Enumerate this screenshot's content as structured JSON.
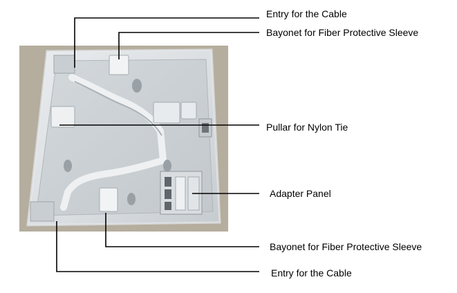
{
  "callouts": {
    "entry_top": "Entry for the Cable",
    "bayonet_top": "Bayonet for Fiber Protective Sleeve",
    "nylon_tie": "Pullar for Nylon Tie",
    "adapter_panel": "Adapter Panel",
    "bayonet_bottom": "Bayonet for Fiber Protective Sleeve",
    "entry_bottom": "Entry for the Cable"
  },
  "colors": {
    "background": "#ffffff",
    "photo_backdrop": "#b5ad9e",
    "plastic_body": "#dde1e4",
    "plastic_shadow": "#b9bfc4",
    "leader_line": "#000000"
  }
}
